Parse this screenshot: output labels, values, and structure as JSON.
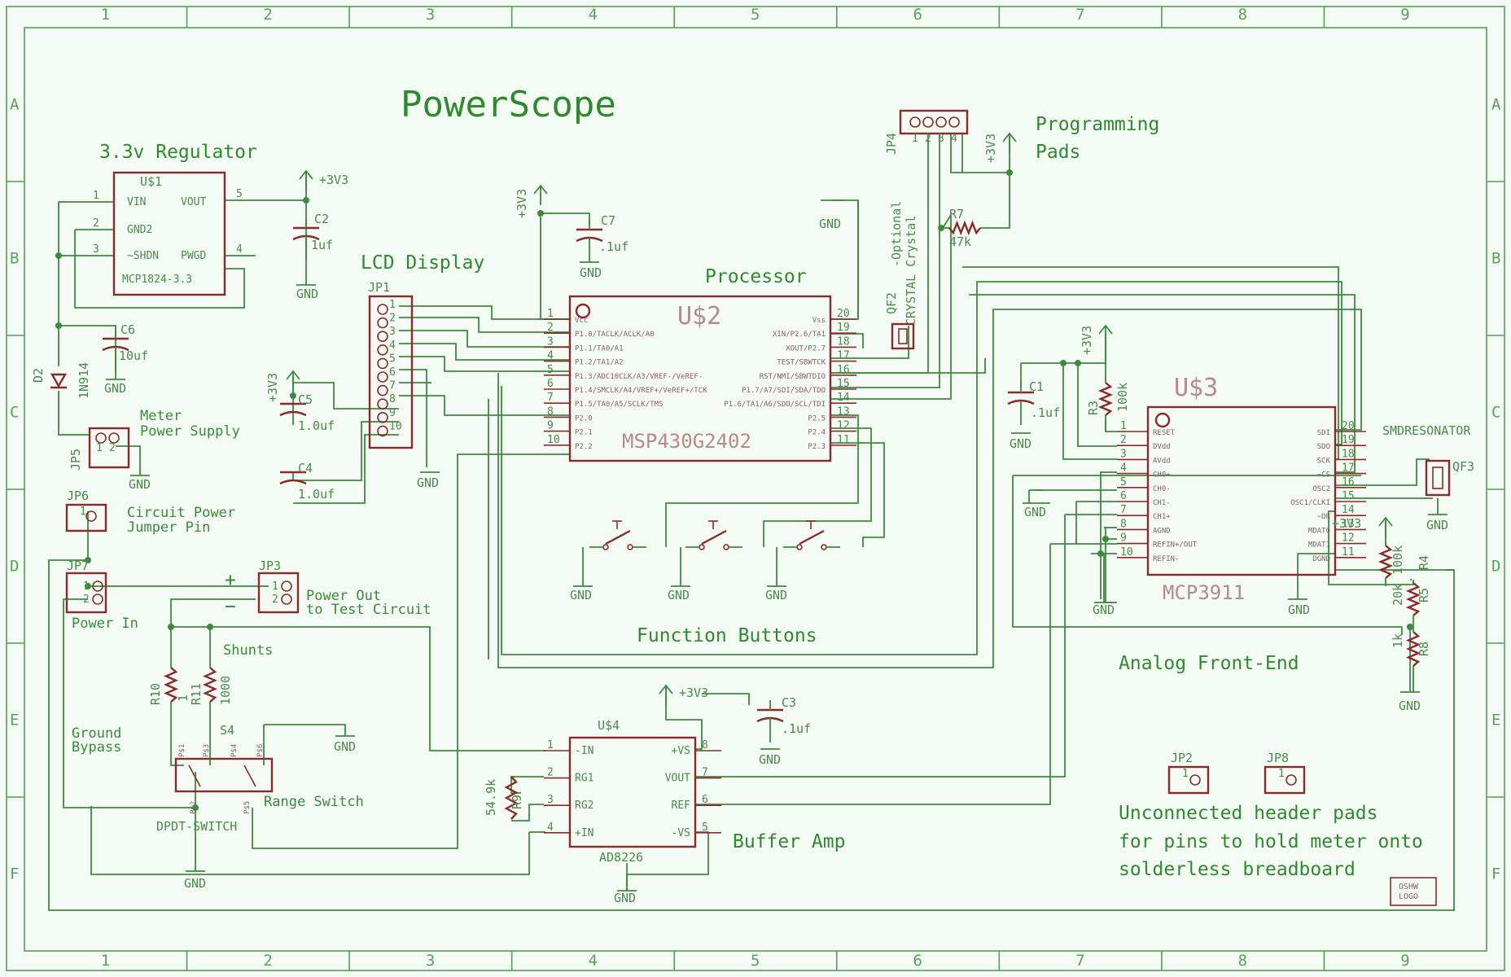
{
  "title": "PowerScope",
  "grid": {
    "columns": [
      "1",
      "2",
      "3",
      "4",
      "5",
      "6",
      "7",
      "8",
      "9"
    ],
    "rows": [
      "A",
      "B",
      "C",
      "D",
      "E",
      "F"
    ]
  },
  "sections": {
    "regulator": "3.3v Regulator",
    "lcd": "LCD Display",
    "processor": "Processor",
    "programming": [
      "Programming",
      "Pads"
    ],
    "meter_power": [
      "Meter",
      "Power Supply"
    ],
    "circuit_power": [
      "Circuit Power",
      "Jumper Pin"
    ],
    "power_in": "Power In",
    "power_out": [
      "Power Out",
      "to Test Circuit"
    ],
    "shunts": "Shunts",
    "ground_bypass": [
      "Ground",
      "Bypass"
    ],
    "range_switch": "Range Switch",
    "function_buttons": "Function Buttons",
    "buffer_amp": "Buffer Amp",
    "analog_front_end": "Analog Front-End",
    "unconnected": [
      "Unconnected header pads",
      "for pins to hold meter onto",
      "solderless breadboard"
    ],
    "optional_crystal": [
      "-Optional",
      "CRYSTAL Crystal"
    ]
  },
  "nets": {
    "gnd": "GND",
    "v33": "+3V3",
    "plus": "+",
    "minus": "−"
  },
  "parts": {
    "u1": {
      "ref": "U$1",
      "value": "MCP1824-3.3",
      "pins": [
        "VIN",
        "GND2",
        "~SHDN",
        "VOUT",
        "PWGD"
      ],
      "nums": [
        "1",
        "2",
        "3",
        "5",
        "4"
      ]
    },
    "u2": {
      "ref": "U$2",
      "value": "MSP430G2402",
      "left_pins": [
        "Vcc",
        "P1.0/TACLK/ACLK/A0",
        "P1.1/TA0/A1",
        "P1.2/TA1/A2",
        "P1.3/ADC10CLK/A3/VREF-/VeREF-",
        "P1.4/SMCLK/A4/VREF+/VeREF+/TCK",
        "P1.5/TA0/A5/SCLK/TMS",
        "P2.0",
        "P2.1",
        "P2.2"
      ],
      "left_nums": [
        "1",
        "2",
        "3",
        "4",
        "5",
        "6",
        "7",
        "8",
        "9",
        "10"
      ],
      "right_pins": [
        "Vss",
        "XIN/P2.6/TA1",
        "XOUT/P2.7",
        "TEST/SBWTCK",
        "RST/NMI/SBWTDIO",
        "P1.7/A7/SDI/SDA/TDO",
        "P1.6/TA1/A6/SDO/SCL/TDI",
        "P2.5",
        "P2.4",
        "P2.3"
      ],
      "right_nums": [
        "20",
        "19",
        "18",
        "17",
        "16",
        "15",
        "14",
        "13",
        "12",
        "11"
      ]
    },
    "u3": {
      "ref": "U$3",
      "value": "MCP3911",
      "left_pins": [
        "RESET",
        "DVdd",
        "AVdd",
        "CH0+",
        "CH0-",
        "CH1-",
        "CH1+",
        "AGND",
        "REFIN+/OUT",
        "REFIN-"
      ],
      "left_nums": [
        "1",
        "2",
        "3",
        "4",
        "5",
        "6",
        "7",
        "8",
        "9",
        "10"
      ],
      "right_pins": [
        "SDI",
        "SDO",
        "SCK",
        "~CS",
        "OSC2",
        "OSC1/CLKI",
        "~DR",
        "MDAT0",
        "MDAT1",
        "DGND"
      ],
      "right_nums": [
        "20",
        "19",
        "18",
        "17",
        "16",
        "15",
        "14",
        "13",
        "12",
        "11"
      ]
    },
    "u4": {
      "ref": "U$4",
      "value": "AD8226",
      "left_pins": [
        "-IN",
        "RG1",
        "RG2",
        "+IN"
      ],
      "left_nums": [
        "1",
        "2",
        "3",
        "4"
      ],
      "right_pins": [
        "+VS",
        "VOUT",
        "REF",
        "-VS"
      ],
      "right_nums": [
        "8",
        "7",
        "6",
        "5"
      ]
    },
    "c2": {
      "ref": "C2",
      "value": "1uf"
    },
    "c6": {
      "ref": "C6",
      "value": "10uf"
    },
    "c7": {
      "ref": "C7",
      "value": ".1uf"
    },
    "c5": {
      "ref": "C5",
      "value": "1.0uf"
    },
    "c4": {
      "ref": "C4",
      "value": "1.0uf"
    },
    "c1": {
      "ref": "C1",
      "value": ".1uf"
    },
    "c3": {
      "ref": "C3",
      "value": ".1uf"
    },
    "d2": {
      "ref": "D2",
      "value": "1N914"
    },
    "r7": {
      "ref": "R7",
      "value": "47k"
    },
    "r3": {
      "ref": "R3",
      "value": "100k"
    },
    "r4": {
      "ref": "R4",
      "value": "100k"
    },
    "r5": {
      "ref": "R5",
      "value": "20k"
    },
    "r8": {
      "ref": "R8",
      "value": "1k"
    },
    "r9": {
      "ref": "R9",
      "value": "54.9k"
    },
    "r10": {
      "ref": "R10",
      "value": "1"
    },
    "r11": {
      "ref": "R11",
      "value": "1000"
    },
    "jp1": {
      "ref": "JP1",
      "pins": [
        "1",
        "2",
        "3",
        "4",
        "5",
        "6",
        "7",
        "8",
        "9",
        "10"
      ]
    },
    "jp4": {
      "ref": "JP4",
      "pins": [
        "1",
        "2",
        "3",
        "4"
      ]
    },
    "jp5": {
      "ref": "JP5",
      "pins": [
        "1",
        "2"
      ]
    },
    "jp6": {
      "ref": "JP6",
      "pins": [
        "1"
      ]
    },
    "jp7": {
      "ref": "JP7",
      "pins": [
        "1",
        "2"
      ]
    },
    "jp3": {
      "ref": "JP3",
      "pins": [
        "1",
        "2"
      ]
    },
    "jp2": {
      "ref": "JP2",
      "pins": [
        "1"
      ]
    },
    "jp8": {
      "ref": "JP8",
      "pins": [
        "1"
      ]
    },
    "qf2": {
      "ref": "QF2"
    },
    "qf3": {
      "ref": "QF3",
      "value": "SMDRESONATOR"
    },
    "s4": {
      "ref": "S4",
      "value": "DPDT-SWITCH",
      "pins": [
        "P$1",
        "P$3",
        "P$4",
        "P$6",
        "P$2",
        "P$5"
      ]
    }
  },
  "oshw_logo": [
    "OSHW",
    "LOGO"
  ]
}
